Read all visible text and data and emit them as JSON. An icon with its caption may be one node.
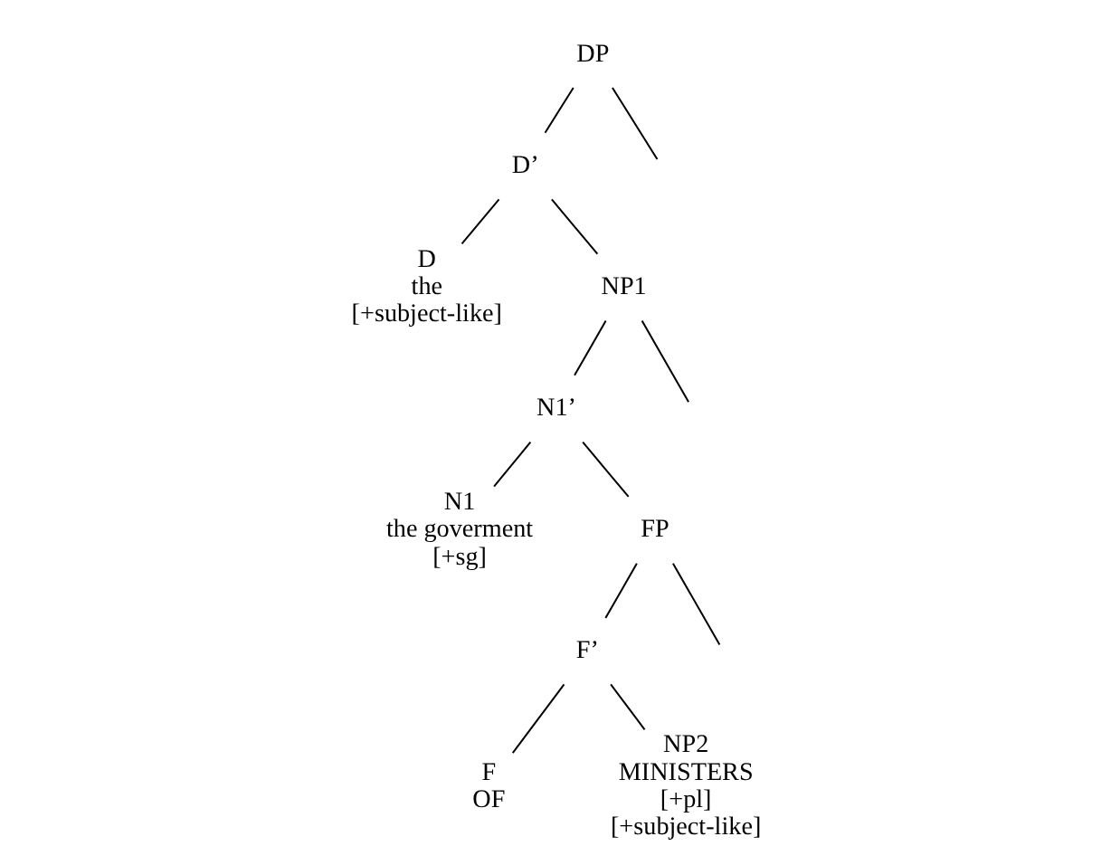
{
  "diagram": {
    "nodes": [
      {
        "text": [
          "DP"
        ]
      },
      {
        "text": [
          "D’"
        ]
      },
      {
        "text": [
          "D",
          "the",
          "[+subject-like]"
        ]
      },
      {
        "text": [
          "NP1"
        ]
      },
      {
        "text": [
          "N1’"
        ]
      },
      {
        "text": [
          "N1",
          "the goverment",
          "[+sg]"
        ]
      },
      {
        "text": [
          "FP"
        ]
      },
      {
        "text": [
          "F’"
        ]
      },
      {
        "text": [
          "F",
          "OF"
        ]
      },
      {
        "text": [
          "NP2",
          "MINISTERS",
          "[+pl]",
          "[+subject-like]"
        ]
      }
    ],
    "edges": [
      {
        "from": 0,
        "to": null,
        "arrow": "none"
      },
      {
        "from": 0,
        "to": 1,
        "arrow": "none"
      },
      {
        "from": 1,
        "to": 2,
        "arrow": "none"
      },
      {
        "from": 1,
        "to": 3,
        "arrow": "none"
      },
      {
        "from": 3,
        "to": null,
        "arrow": "none"
      },
      {
        "from": 3,
        "to": 4,
        "arrow": "none"
      },
      {
        "from": 4,
        "to": 5,
        "arrow": "none"
      },
      {
        "from": 4,
        "to": 6,
        "arrow": "none"
      },
      {
        "from": 6,
        "to": null,
        "arrow": "none"
      },
      {
        "from": 6,
        "to": 7,
        "arrow": "none"
      },
      {
        "from": 7,
        "to": 8,
        "arrow": "none"
      },
      {
        "from": 7,
        "to": 9,
        "arrow": "none"
      }
    ]
  }
}
